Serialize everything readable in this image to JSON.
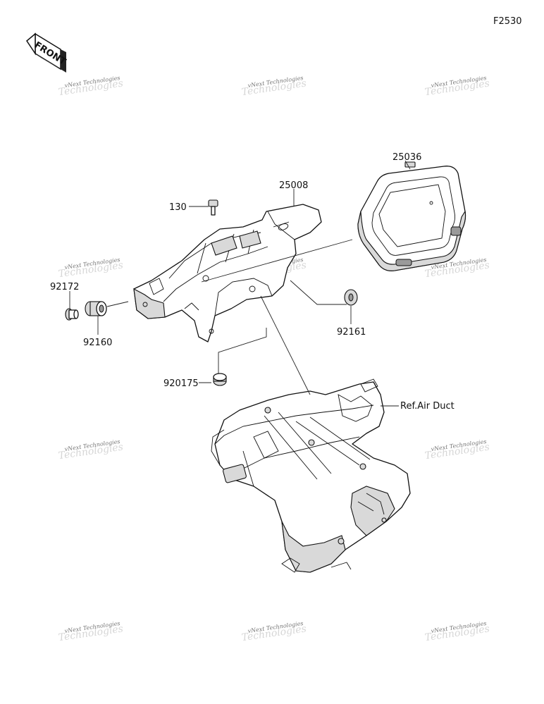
{
  "diagram_code": "F2530",
  "front_label": "FRONT",
  "watermark": {
    "brand": "vNext Technologies",
    "shadow": "Technologies"
  },
  "callouts": {
    "p25036": "25036",
    "p25008": "25008",
    "p130": "130",
    "p92172": "92172",
    "p92160": "92160",
    "p92161": "92161",
    "p920175": "920175",
    "ref_air_duct": "Ref.Air Duct"
  }
}
